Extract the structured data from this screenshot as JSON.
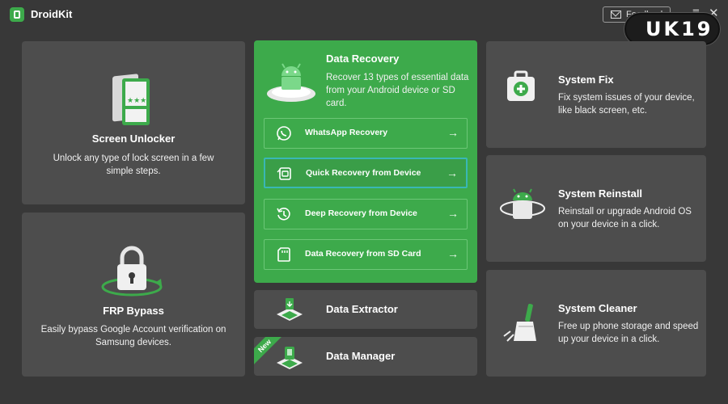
{
  "app": {
    "title": "DroidKit",
    "feedback_label": "Feedback"
  },
  "window_controls": {
    "minimize": "—",
    "menu": "≡",
    "close": "✕"
  },
  "watermark": "UK19",
  "cards": {
    "screen_unlocker": {
      "title": "Screen Unlocker",
      "desc": "Unlock any type of lock screen in a few simple steps."
    },
    "frp_bypass": {
      "title": "FRP Bypass",
      "desc": "Easily bypass Google Account verification on Samsung devices."
    },
    "data_recovery": {
      "title": "Data Recovery",
      "desc": "Recover 13 types of essential data from your Android device or SD card.",
      "items": [
        {
          "label": "WhatsApp Recovery",
          "icon": "whatsapp-icon"
        },
        {
          "label": "Quick Recovery from Device",
          "icon": "quick-recovery-icon"
        },
        {
          "label": "Deep Recovery from Device",
          "icon": "deep-recovery-icon"
        },
        {
          "label": "Data Recovery from SD Card",
          "icon": "sd-card-icon"
        }
      ]
    },
    "data_extractor": {
      "title": "Data Extractor"
    },
    "data_manager": {
      "title": "Data Manager",
      "badge": "New"
    },
    "system_fix": {
      "title": "System Fix",
      "desc": "Fix system issues of your device, like black screen, etc."
    },
    "system_reinstall": {
      "title": "System Reinstall",
      "desc": "Reinstall or upgrade Android OS on your device in a click."
    },
    "system_cleaner": {
      "title": "System Cleaner",
      "desc": "Free up phone storage and speed up your device in a click."
    }
  },
  "colors": {
    "background": "#383838",
    "card": "#4d4d4d",
    "accent_green": "#3daa4b",
    "selected_border": "#39b7b5"
  }
}
